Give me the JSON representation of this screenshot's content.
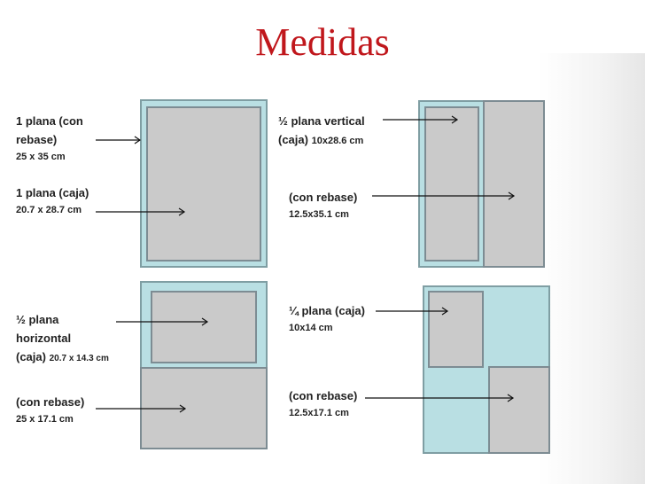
{
  "title": "Medidas",
  "labels": {
    "full_con_rebase": {
      "line1": "1 plana (con",
      "line2": "rebase)",
      "size": "25 x 35 cm"
    },
    "full_caja": {
      "line1": "1 plana (caja)",
      "size": "20.7 x 28.7 cm"
    },
    "half_vertical": {
      "line1": "½ plana vertical",
      "line2_bold": "(caja)",
      "line2_size": "10x28.6 cm"
    },
    "half_vertical_rebase": {
      "line1": "(con rebase)",
      "size": "12.5x35.1 cm"
    },
    "half_horizontal": {
      "line1": "½ plana",
      "line2": "horizontal",
      "line3_bold": "(caja)",
      "line3_size": "20.7 x 14.3 cm"
    },
    "half_horizontal_rebase": {
      "line1": "(con rebase)",
      "size": "25 x 17.1 cm"
    },
    "quarter_caja": {
      "line1": "¼ plana (caja)",
      "size": "10x14 cm"
    },
    "quarter_rebase": {
      "line1": "(con rebase)",
      "size": "12.5x17.1 cm"
    }
  },
  "colors": {
    "title": "#c0171c",
    "page_fill": "#b9dfe3",
    "box_fill": "#cacaca"
  }
}
